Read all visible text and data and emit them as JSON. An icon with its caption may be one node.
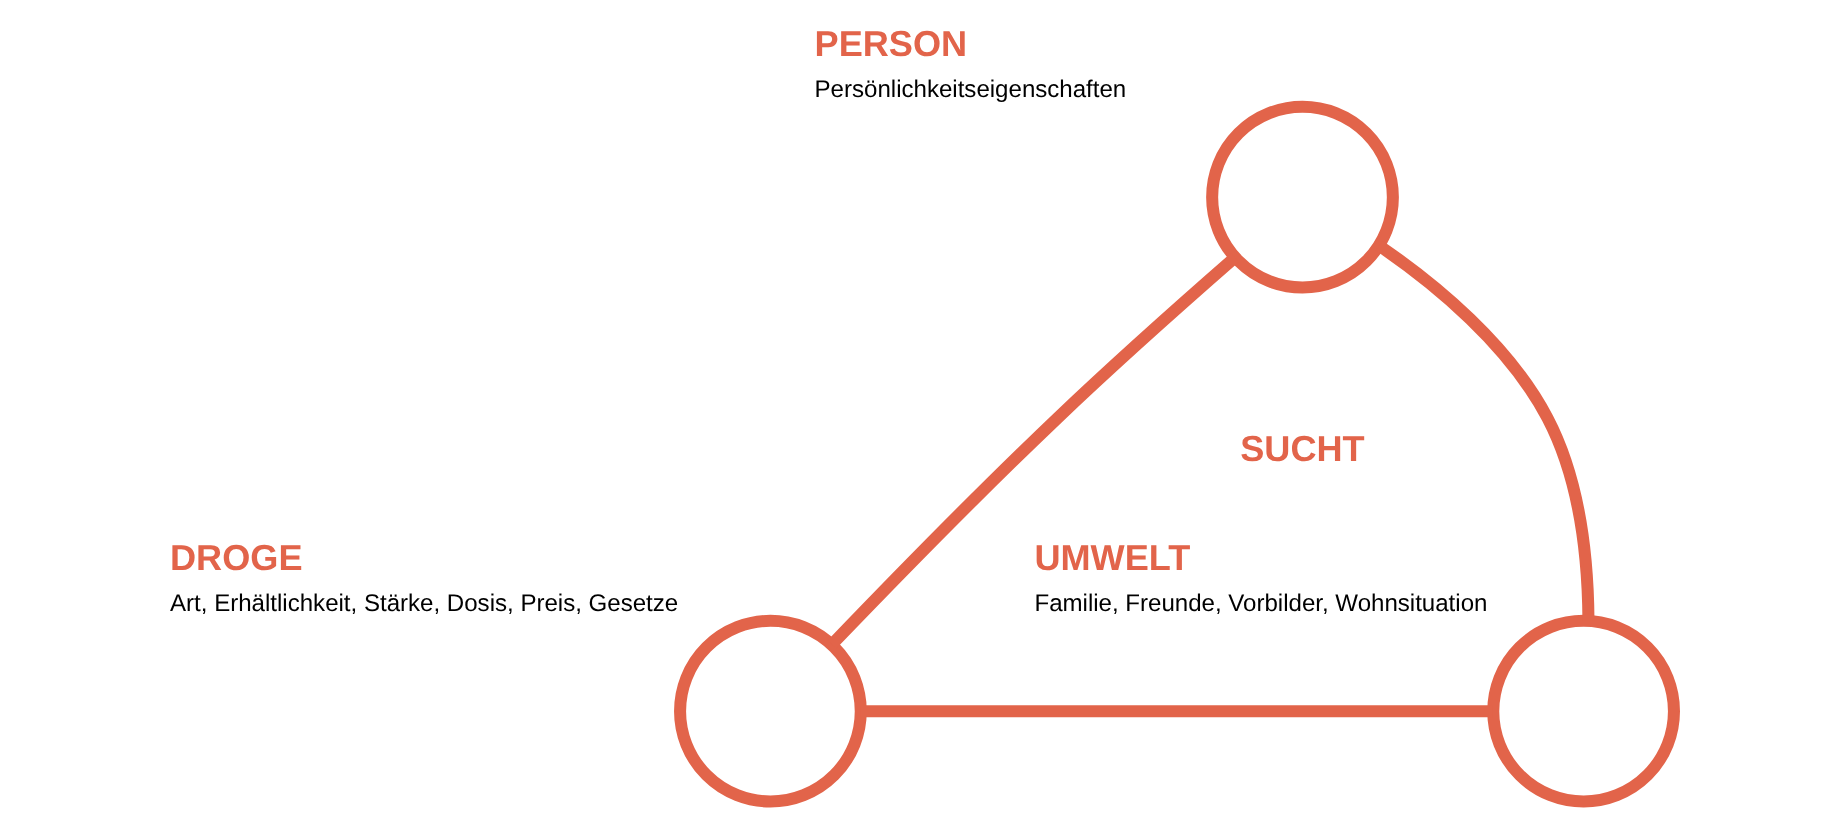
{
  "diagram": {
    "nodes": [
      {
        "text": [],
        "shape": "circle",
        "beside": [
          "PERSON",
          "Persönlichkeitseigenschaften"
        ]
      },
      {
        "text": [],
        "shape": "circle",
        "beside": [
          "DROGE",
          "Art, Erhältlichkeit, Stärke, Dosis, Preis, Gesetze"
        ]
      },
      {
        "text": [],
        "shape": "circle",
        "beside": [
          "UMWELT",
          "Familie, Freunde, Vorbilder, Wohnsituation"
        ]
      }
    ],
    "edges": [
      {
        "from": 0,
        "to": 1,
        "arrow": "none"
      },
      {
        "from": 1,
        "to": 2,
        "arrow": "none"
      },
      {
        "from": 2,
        "to": 0,
        "arrow": "none"
      }
    ],
    "labels": [
      "SUCHT"
    ]
  }
}
